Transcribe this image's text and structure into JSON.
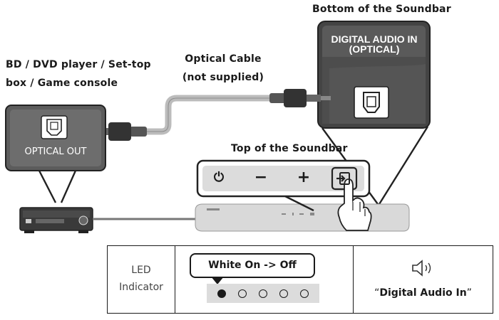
{
  "labels": {
    "bottom_of_soundbar": "Bottom of the Soundbar",
    "digital_audio_in_line1": "DIGITAL AUDIO IN",
    "digital_audio_in_line2": "(OPTICAL)",
    "source_device_line1": "BD / DVD player / Set-top",
    "source_device_line2": "box / Game console",
    "optical_cable_line1": "Optical Cable",
    "optical_cable_line2": "(not supplied)",
    "optical_out": "OPTICAL OUT",
    "top_of_soundbar": "Top of the Soundbar",
    "btn_power": "⏻",
    "btn_minus": "−",
    "btn_plus": "+"
  },
  "table": {
    "led_label_line1": "LED",
    "led_label_line2": "Indicator",
    "bubble_text": "White On -> Off",
    "leds": [
      true,
      false,
      false,
      false,
      false
    ],
    "speaker_text_open": "“",
    "speaker_text_main": "Digital Audio In",
    "speaker_text_close": "”"
  },
  "icons": {
    "power": "power-icon",
    "minus": "minus-icon",
    "plus": "plus-icon",
    "source": "source-input-icon",
    "speaker": "speaker-sound-icon",
    "hand": "pointing-hand-icon"
  }
}
